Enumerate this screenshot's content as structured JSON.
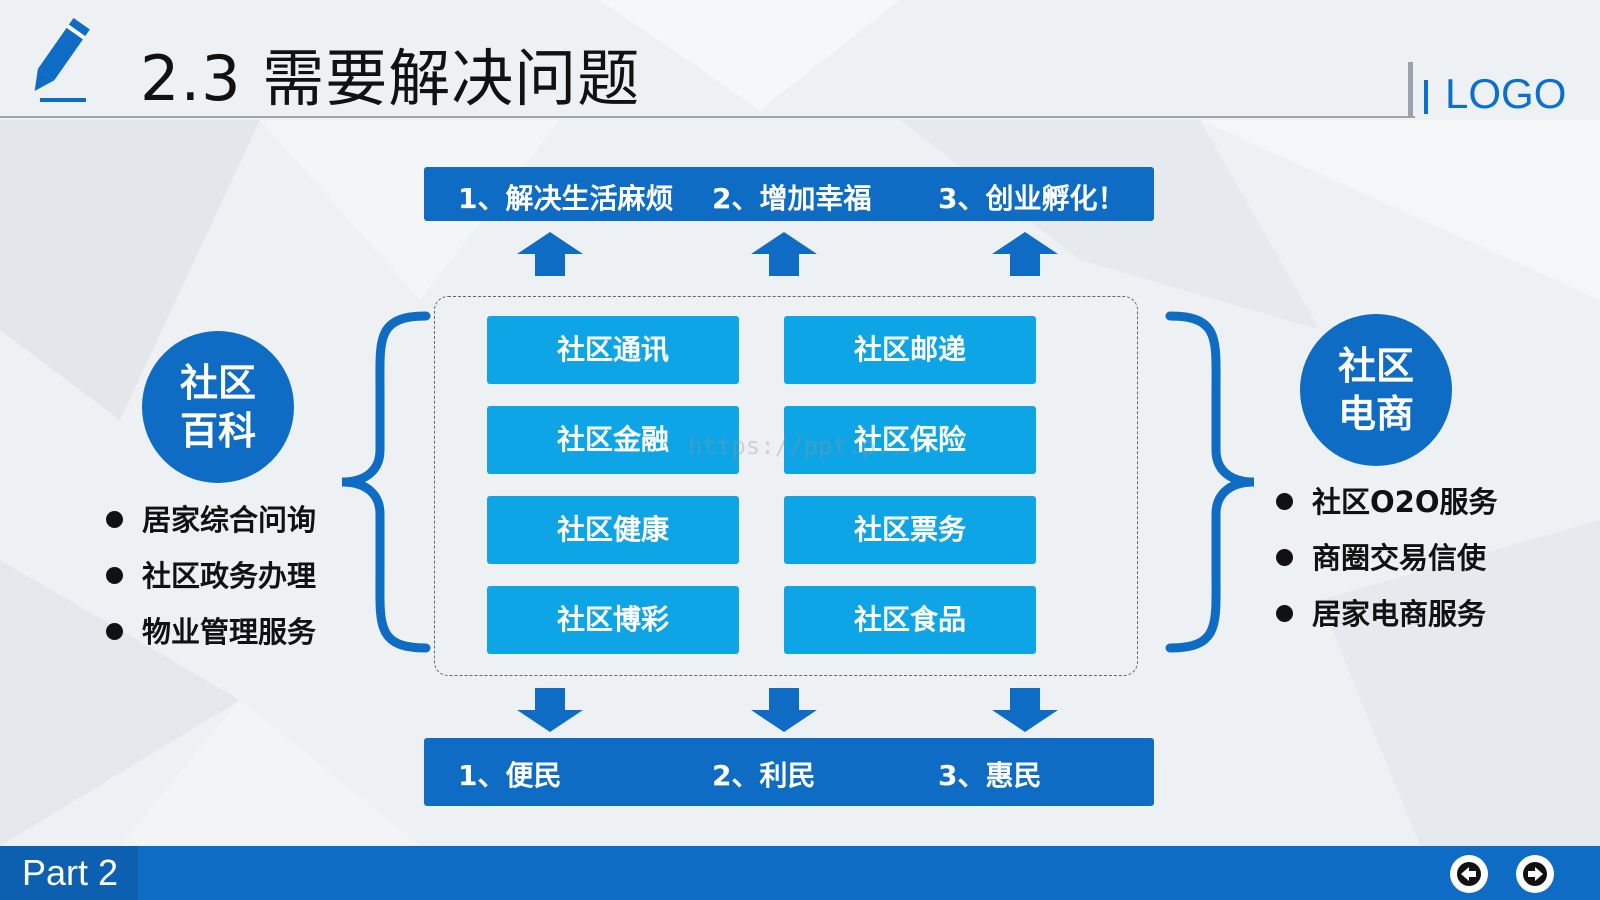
{
  "title": "2.3 需要解决问题",
  "logo": "LOGO",
  "top_band": {
    "items": [
      "1、解决生活麻烦",
      "2、增加幸福",
      "3、创业孵化！"
    ]
  },
  "bottom_band": {
    "items": [
      "1、便民",
      "2、利民",
      "3、惠民"
    ]
  },
  "grid": {
    "cells": [
      "社区通讯",
      "社区邮递",
      "社区金融",
      "社区保险",
      "社区健康",
      "社区票务",
      "社区博彩",
      "社区食品"
    ]
  },
  "left": {
    "circle_line1": "社区",
    "circle_line2": "百科",
    "bullets": [
      "居家综合问询",
      "社区政务办理",
      "物业管理服务"
    ]
  },
  "right": {
    "circle_line1": "社区",
    "circle_line2": "电商",
    "bullets": [
      "社区O2O服务",
      "商圈交易信使",
      "居家电商服务"
    ]
  },
  "watermark": "https://ppt.p...",
  "footer": {
    "part_label": "Part 2"
  },
  "colors": {
    "primary": "#0e6cc4",
    "cell": "#0ea5e6"
  },
  "icons": {
    "pencil": "pencil-icon",
    "prev": "arrow-left-icon",
    "next": "arrow-right-icon"
  }
}
